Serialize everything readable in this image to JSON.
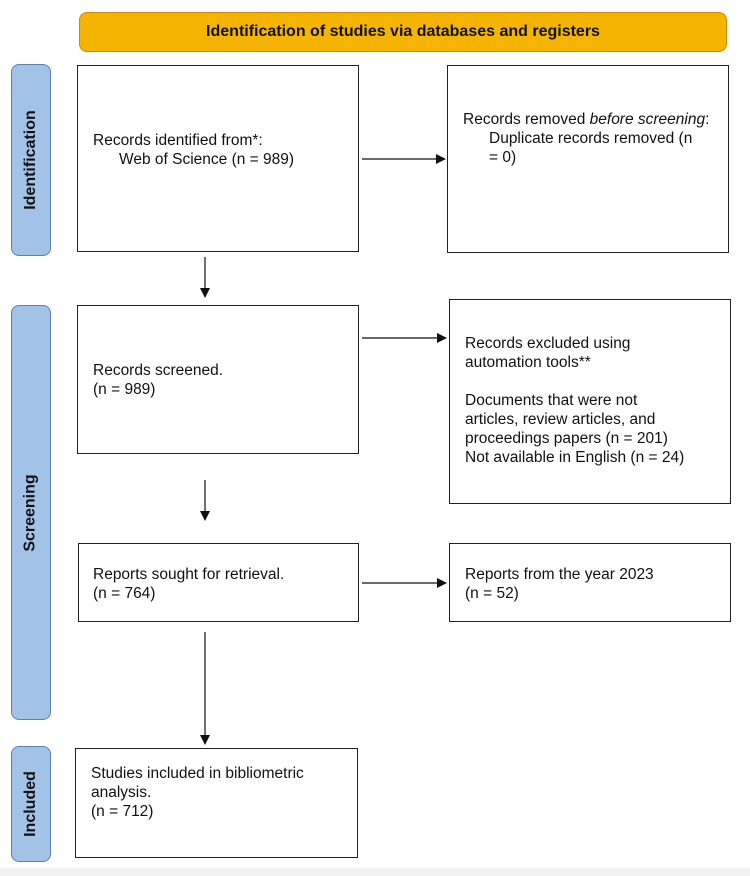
{
  "header": {
    "title": "Identification of studies via databases and registers"
  },
  "phases": {
    "identification": "Identification",
    "screening": "Screening",
    "included": "Included"
  },
  "boxes": {
    "identified": {
      "title": "Records identified from*:",
      "line1": "Web of Science (n = 989)"
    },
    "removed": {
      "title_prefix": "Records removed ",
      "title_italic": "before screening",
      "title_suffix": ":",
      "line1": "Duplicate records removed (n",
      "line2": "= 0)"
    },
    "screened": {
      "title": "Records screened.",
      "count": "(n = 989)"
    },
    "excluded": {
      "title_line1": "Records excluded using",
      "title_line2": "automation tools**",
      "doc_line1": "Documents that were not",
      "doc_line2": "articles, review articles, and",
      "doc_line3": "proceedings papers (n = 201)",
      "lang_line": "Not available in English (n = 24)"
    },
    "sought": {
      "title": "Reports sought for retrieval.",
      "count": "(n = 764)"
    },
    "year": {
      "title": "Reports from the year 2023",
      "count": "(n = 52)"
    },
    "included": {
      "line1": "Studies included in bibliometric",
      "line2": "analysis.",
      "count": "(n = 712)"
    }
  },
  "colors": {
    "header_fill": "#f5b400",
    "phase_fill": "#a3c2e8",
    "phase_border": "#5b7fae"
  }
}
